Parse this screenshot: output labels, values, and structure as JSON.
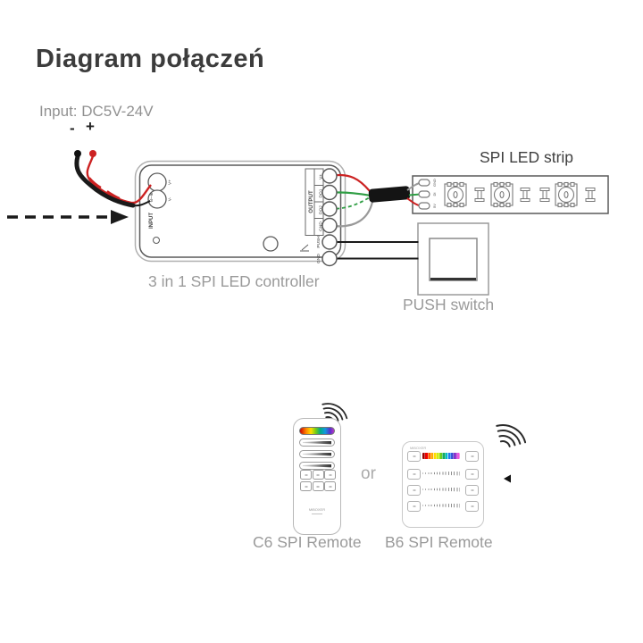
{
  "page": {
    "title": "Diagram połączeń"
  },
  "power": {
    "label": "Input: DC5V-24V",
    "minus": "-",
    "plus": "+"
  },
  "controller": {
    "caption": "3 in 1 SPI LED controller",
    "input_port_label": "INPUT",
    "input_polarity": "⊖–⊕",
    "input_terminals": [
      "V+",
      "V-"
    ],
    "output_label": "OUTPUT",
    "output_pins": [
      "V+",
      "DO1",
      "DO2",
      "GND"
    ],
    "switch_pins": [
      "PUSH",
      "GND"
    ]
  },
  "led_strip": {
    "title": "SPI  LED strip",
    "pads": [
      "GND",
      "DI",
      "5V"
    ]
  },
  "push_switch": {
    "caption": "PUSH switch"
  },
  "remotes": {
    "separator": "or",
    "c6": {
      "caption": "C6 SPI Remote",
      "brand": "MiBOXER"
    },
    "b6": {
      "caption": "B6 SPI Remote",
      "brand": "MiBOXER"
    }
  },
  "colors": {
    "wire_positive": "#cc2222",
    "wire_negative": "#1a1a1a",
    "wire_data": "#2f9e44",
    "wire_ground": "#9a9a9a",
    "label_gray": "#9a9a9a",
    "title_dark": "#3c3c3c"
  }
}
